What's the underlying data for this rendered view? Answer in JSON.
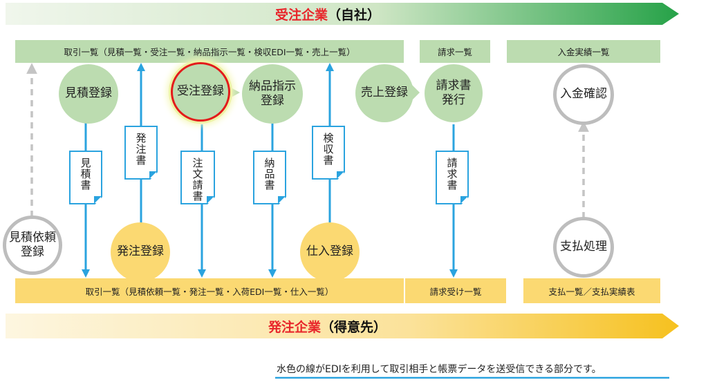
{
  "header": {
    "company": "受注企業",
    "paren": "（自社）"
  },
  "footer": {
    "company": "発注企業",
    "paren": "（得意先）"
  },
  "bars": {
    "top_left": "取引一覧（見積一覧・受注一覧・納品指示一覧・検収EDI一覧・売上一覧）",
    "top_mid": "請求一覧",
    "top_right": "入金実績一覧",
    "bottom_left": "取引一覧（見積依頼一覧・発注一覧・入荷EDI一覧・仕入一覧）",
    "bottom_mid": "請求受け一覧",
    "bottom_right": "支払一覧／支払実績表"
  },
  "nodes": {
    "quote_reg": "見積登録",
    "order_reg": "受注登録",
    "delivery_reg_1": "納品指示",
    "delivery_reg_2": "登録",
    "sales_reg": "売上登録",
    "invoice_issue_1": "請求書",
    "invoice_issue_2": "発行",
    "payment_confirm": "入金確認",
    "quote_request_1": "見積依頼",
    "quote_request_2": "登録",
    "purchase_order_reg": "発注登録",
    "purchase_reg": "仕入登録",
    "payment_process": "支払処理"
  },
  "docs": {
    "quote": "見積書",
    "purchase_order": "発注書",
    "order_form": "注文請書",
    "delivery": "納品書",
    "acceptance": "検収書",
    "invoice": "請求書"
  },
  "note": "水色の線がEDIを利用して取引相手と帳票データを送受信できる部分です。",
  "colors": {
    "edi_line": "#2aa3df",
    "green": "#bcdcb0",
    "yellow": "#fbd972",
    "highlight_ring": "#e31b1b",
    "gray_ring": "#bdbdbd"
  }
}
